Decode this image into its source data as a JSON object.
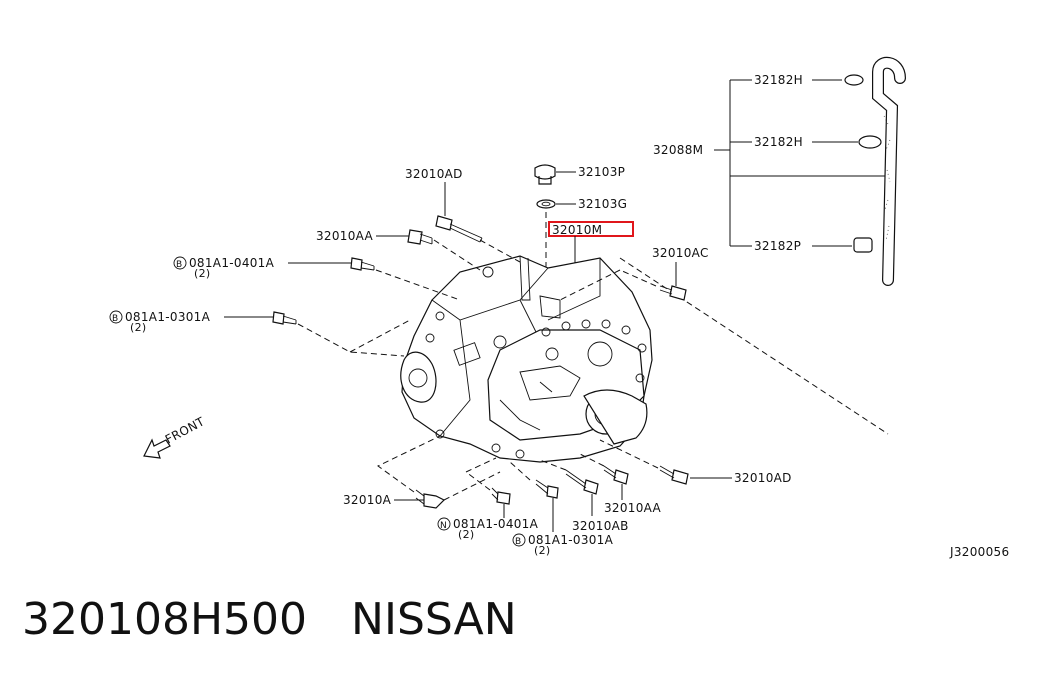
{
  "diagram": {
    "labels": {
      "p_32182H_top": "32182H",
      "p_32182H_mid": "32182H",
      "p_32182P": "32182P",
      "p_32088M": "32088M",
      "p_32103P": "32103P",
      "p_32103G": "32103G",
      "p_32010M": "32010M",
      "p_32010AC": "32010AC",
      "p_32010AD_top": "32010AD",
      "p_32010AA_top": "32010AA",
      "p_bolt_0401_top": "081A1-0401A",
      "p_bolt_0401_top_qty": "(2)",
      "p_bolt_0301_left": "081A1-0301A",
      "p_bolt_0301_left_qty": "(2)",
      "p_32010AD_right": "32010AD",
      "p_32010AA_bottom": "32010AA",
      "p_32010AB": "32010AB",
      "p_32010A": "32010A",
      "p_bolt_0401_bottom": "081A1-0401A",
      "p_bolt_0401_bottom_qty": "(2)",
      "p_bolt_0301_bottom": "081A1-0301A",
      "p_bolt_0301_bottom_qty": "(2)",
      "front": "FRONT",
      "fig_id": "J3200056"
    },
    "badges": {
      "b": "B",
      "n": "N"
    },
    "highlight_color": "#e0161b"
  },
  "footer": {
    "part_number": "320108H500",
    "brand": "NISSAN"
  }
}
